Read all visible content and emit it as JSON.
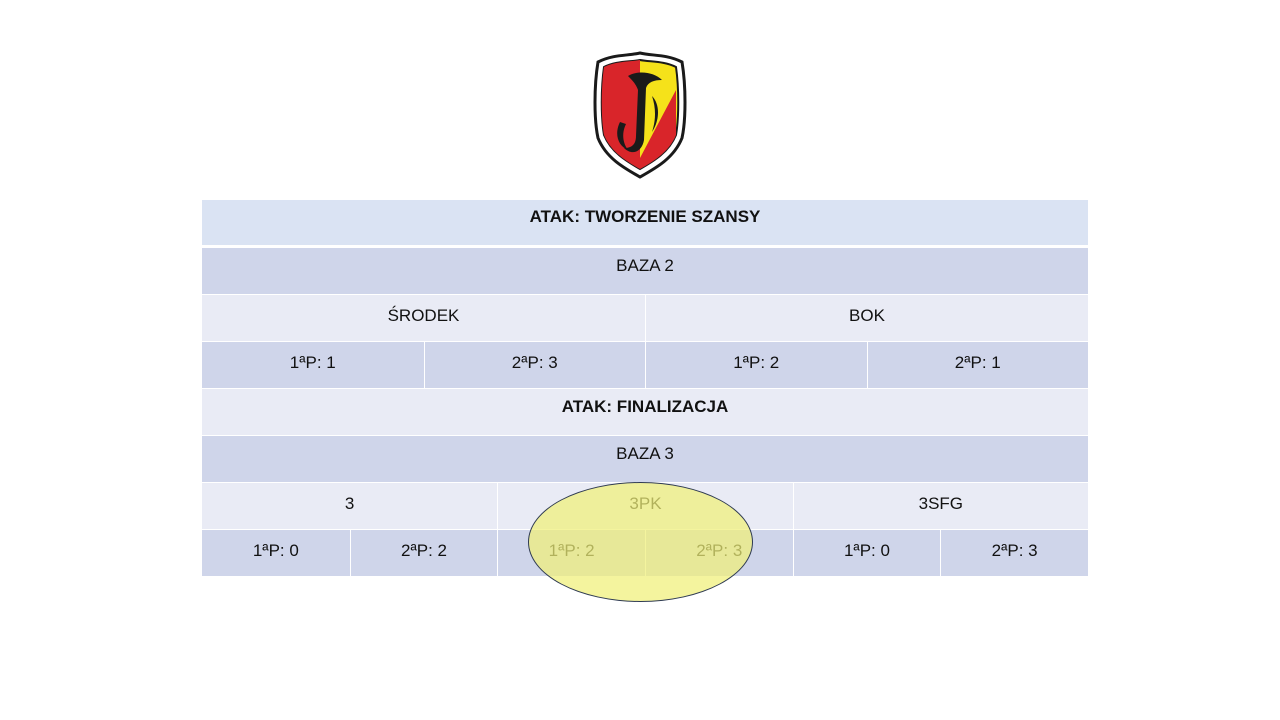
{
  "section_attack_chance": {
    "title": "ATAK: TWORZENIE SZANSY",
    "base": "BAZA 2",
    "groups": [
      {
        "label": "ŚRODEK",
        "first_half": "1ªP: 1",
        "second_half": "2ªP: 3"
      },
      {
        "label": "BOK",
        "first_half": "1ªP: 2",
        "second_half": "2ªP: 1"
      }
    ]
  },
  "section_attack_finish": {
    "title": "ATAK: FINALIZACJA",
    "base": "BAZA 3",
    "groups": [
      {
        "label": "3",
        "first_half": "1ªP:  0",
        "second_half": "2ªP: 2"
      },
      {
        "label": "3PK",
        "first_half": "1ªP: 2",
        "second_half": "2ªP: 3"
      },
      {
        "label": "3SFG",
        "first_half": "1ªP:  0",
        "second_half": "2ªP: 3"
      }
    ]
  },
  "colors": {
    "header_light": "#dae3f3",
    "row_dark": "#cfd5ea",
    "row_light": "#e9ebf5",
    "highlight": "#f0f078",
    "crest_red": "#d9252a",
    "crest_yellow": "#f5e21a"
  },
  "icons": {
    "crest": "club-crest-icon"
  }
}
